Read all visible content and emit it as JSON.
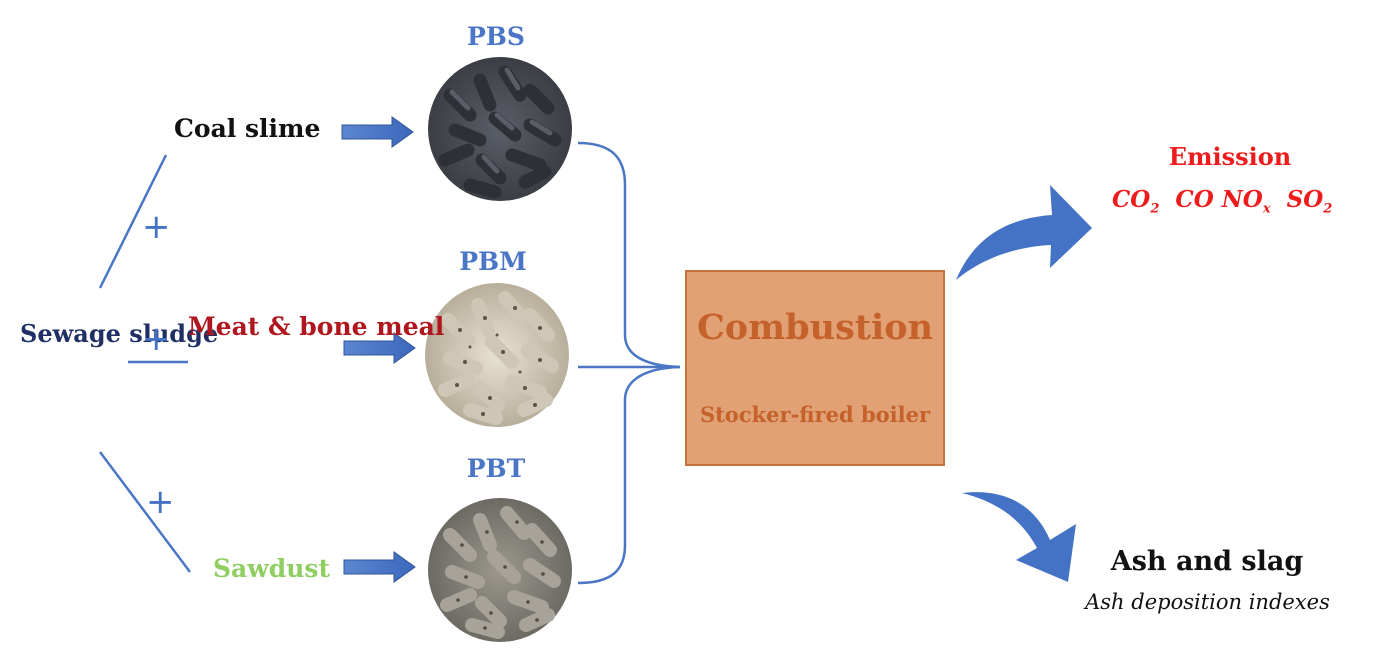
{
  "inputs": {
    "base": "Sewage sludge",
    "additive_1": "Coal slime",
    "additive_2": "Meat & bone meal",
    "additive_3": "Sawdust",
    "plus_sign": "+"
  },
  "pellets": {
    "pbs": "PBS",
    "pbm": "PBM",
    "pbt": "PBT"
  },
  "process": {
    "title": "Combustion",
    "equipment": "Stocker-fired boiler"
  },
  "outputs": {
    "emission_title": "Emission",
    "gas_1": "CO",
    "gas_1_sub": "2",
    "gas_2": "CO",
    "gas_3": "NO",
    "gas_3_sub": "x",
    "gas_4": "SO",
    "gas_4_sub": "2",
    "ash_title": "Ash and slag",
    "ash_subtitle": "Ash deposition indexes"
  },
  "colors": {
    "arrow_blue": "#4472c4",
    "line_blue": "#4a76c5",
    "box_fill": "#e1a174",
    "box_text": "#c5612a",
    "emission_red": "#ee1c1c",
    "sludge_navy": "#1f2f63",
    "meat_red": "#b0161d",
    "sawdust_green": "#8fcf62",
    "pbs_pellet": "#4a4d55",
    "pbm_pellet": "#d9d2c2",
    "pbt_pellet": "#8a877f"
  }
}
